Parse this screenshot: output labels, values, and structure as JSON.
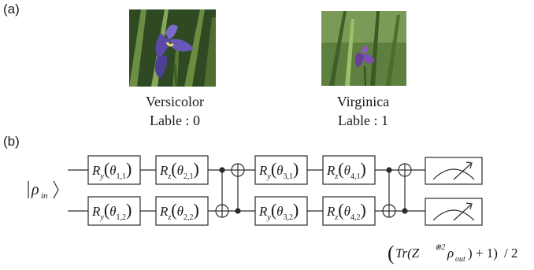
{
  "panels": {
    "a": "(a)",
    "b": "(b)"
  },
  "flowers": [
    {
      "name": "Versicolor",
      "label": "Lable : 0",
      "image": "purple iris flower close-up"
    },
    {
      "name": "Virginica",
      "label": "Lable : 1",
      "image": "small purple iris among green leaves"
    }
  ],
  "circuit": {
    "input_state": {
      "rho": "ρ",
      "sub": "in"
    },
    "gates_row1": [
      {
        "op": "R",
        "axis": "y",
        "idx": "1,1"
      },
      {
        "op": "R",
        "axis": "z",
        "idx": "2,1"
      },
      {
        "op": "R",
        "axis": "y",
        "idx": "3,1"
      },
      {
        "op": "R",
        "axis": "z",
        "idx": "4,1"
      }
    ],
    "gates_row2": [
      {
        "op": "R",
        "axis": "y",
        "idx": "1,2"
      },
      {
        "op": "R",
        "axis": "z",
        "idx": "2,2"
      },
      {
        "op": "R",
        "axis": "y",
        "idx": "3,2"
      },
      {
        "op": "R",
        "axis": "z",
        "idx": "4,2"
      }
    ],
    "theta": "θ",
    "measurement": {
      "tr": "Tr(Z",
      "pow": "⊗2",
      "rho": "ρ",
      "sub": "out",
      "tail": ") + 1)",
      "div": "/ 2"
    }
  },
  "colors": {
    "line": "#2a2a2a",
    "text": "#1a1a1a"
  }
}
